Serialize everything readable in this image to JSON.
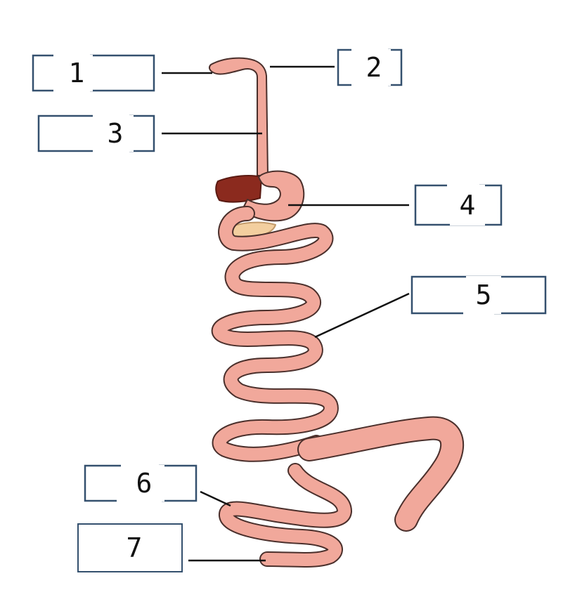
{
  "diagram": {
    "labels": [
      {
        "id": "1",
        "text": "1"
      },
      {
        "id": "2",
        "text": "2"
      },
      {
        "id": "3",
        "text": "3"
      },
      {
        "id": "4",
        "text": "4"
      },
      {
        "id": "5",
        "text": "5"
      },
      {
        "id": "6",
        "text": "6"
      },
      {
        "id": "7",
        "text": "7"
      }
    ],
    "colors": {
      "box_border": "#34506e",
      "leader_line": "#111111",
      "tract_fill": "#f1a89b",
      "tract_outline": "#4a2f2b",
      "liver": "#8b2a1e",
      "pancreas": "#f3cf9f"
    }
  }
}
